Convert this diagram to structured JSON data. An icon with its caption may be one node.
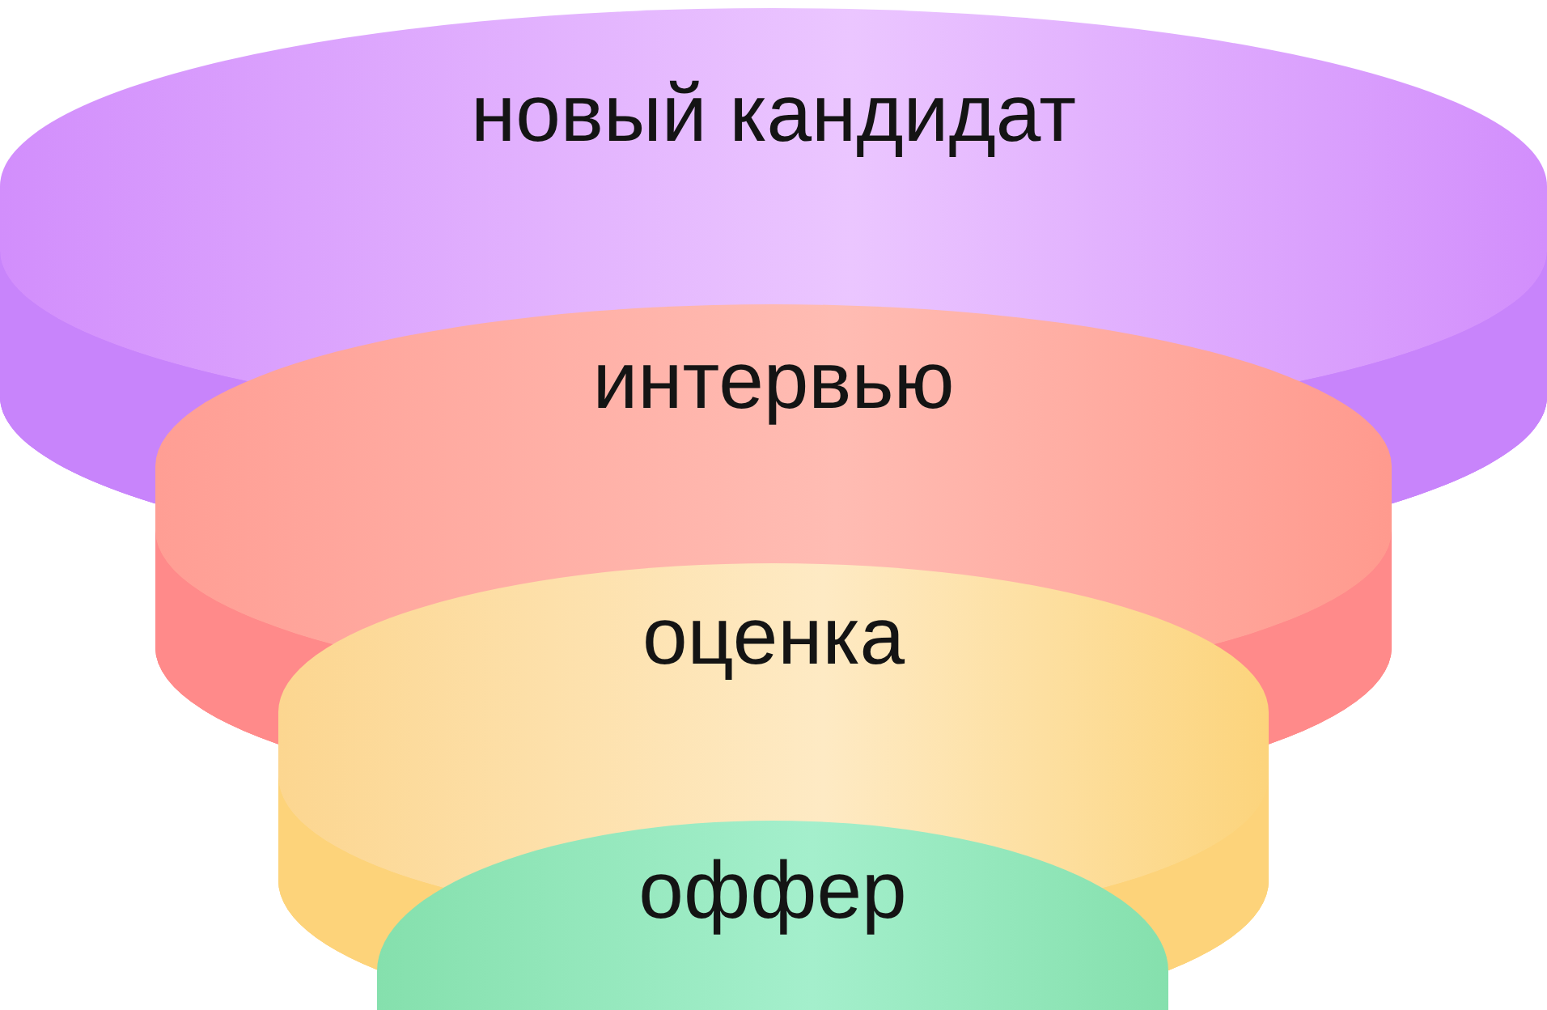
{
  "diagram": {
    "nodes": [
      {
        "text": [
          "новый кандидат"
        ]
      },
      {
        "text": [
          "интервью"
        ]
      },
      {
        "text": [
          "оценка"
        ]
      },
      {
        "text": [
          "оффер"
        ]
      }
    ]
  }
}
